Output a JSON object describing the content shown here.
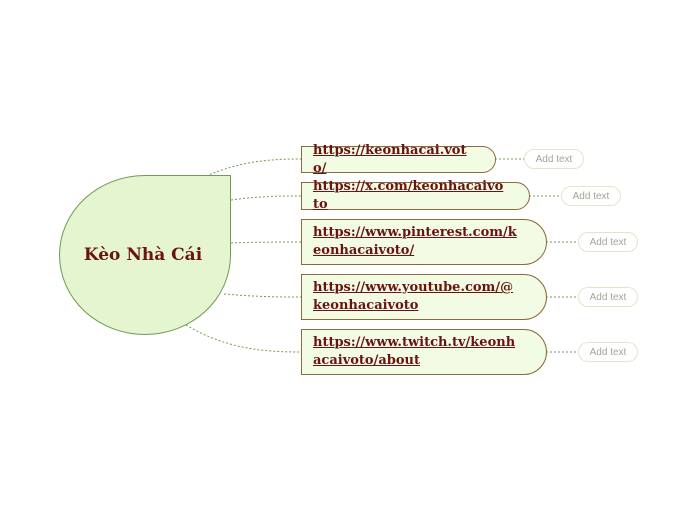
{
  "central": {
    "label": "Kèo Nhà Cái"
  },
  "topics": [
    {
      "text": "https://keonhacai.voto/",
      "placeholder": "Add text"
    },
    {
      "text": "https://x.com/keonhacaivoto",
      "placeholder": "Add text"
    },
    {
      "text": "https://www.pinterest.com/keonhacaivoto/",
      "placeholder": "Add text"
    },
    {
      "text": "https://www.youtube.com/@keonhacaivoto",
      "placeholder": "Add text"
    },
    {
      "text": "https://www.twitch.tv/keonhacaivoto/about",
      "placeholder": "Add text"
    }
  ],
  "colors": {
    "central_fill": "#e4f5cf",
    "central_border": "#6f9b53",
    "topic_fill": "#f2fbe3",
    "topic_border": "#8c6a3a",
    "text": "#6b1313",
    "connector": "#6f9b53"
  }
}
